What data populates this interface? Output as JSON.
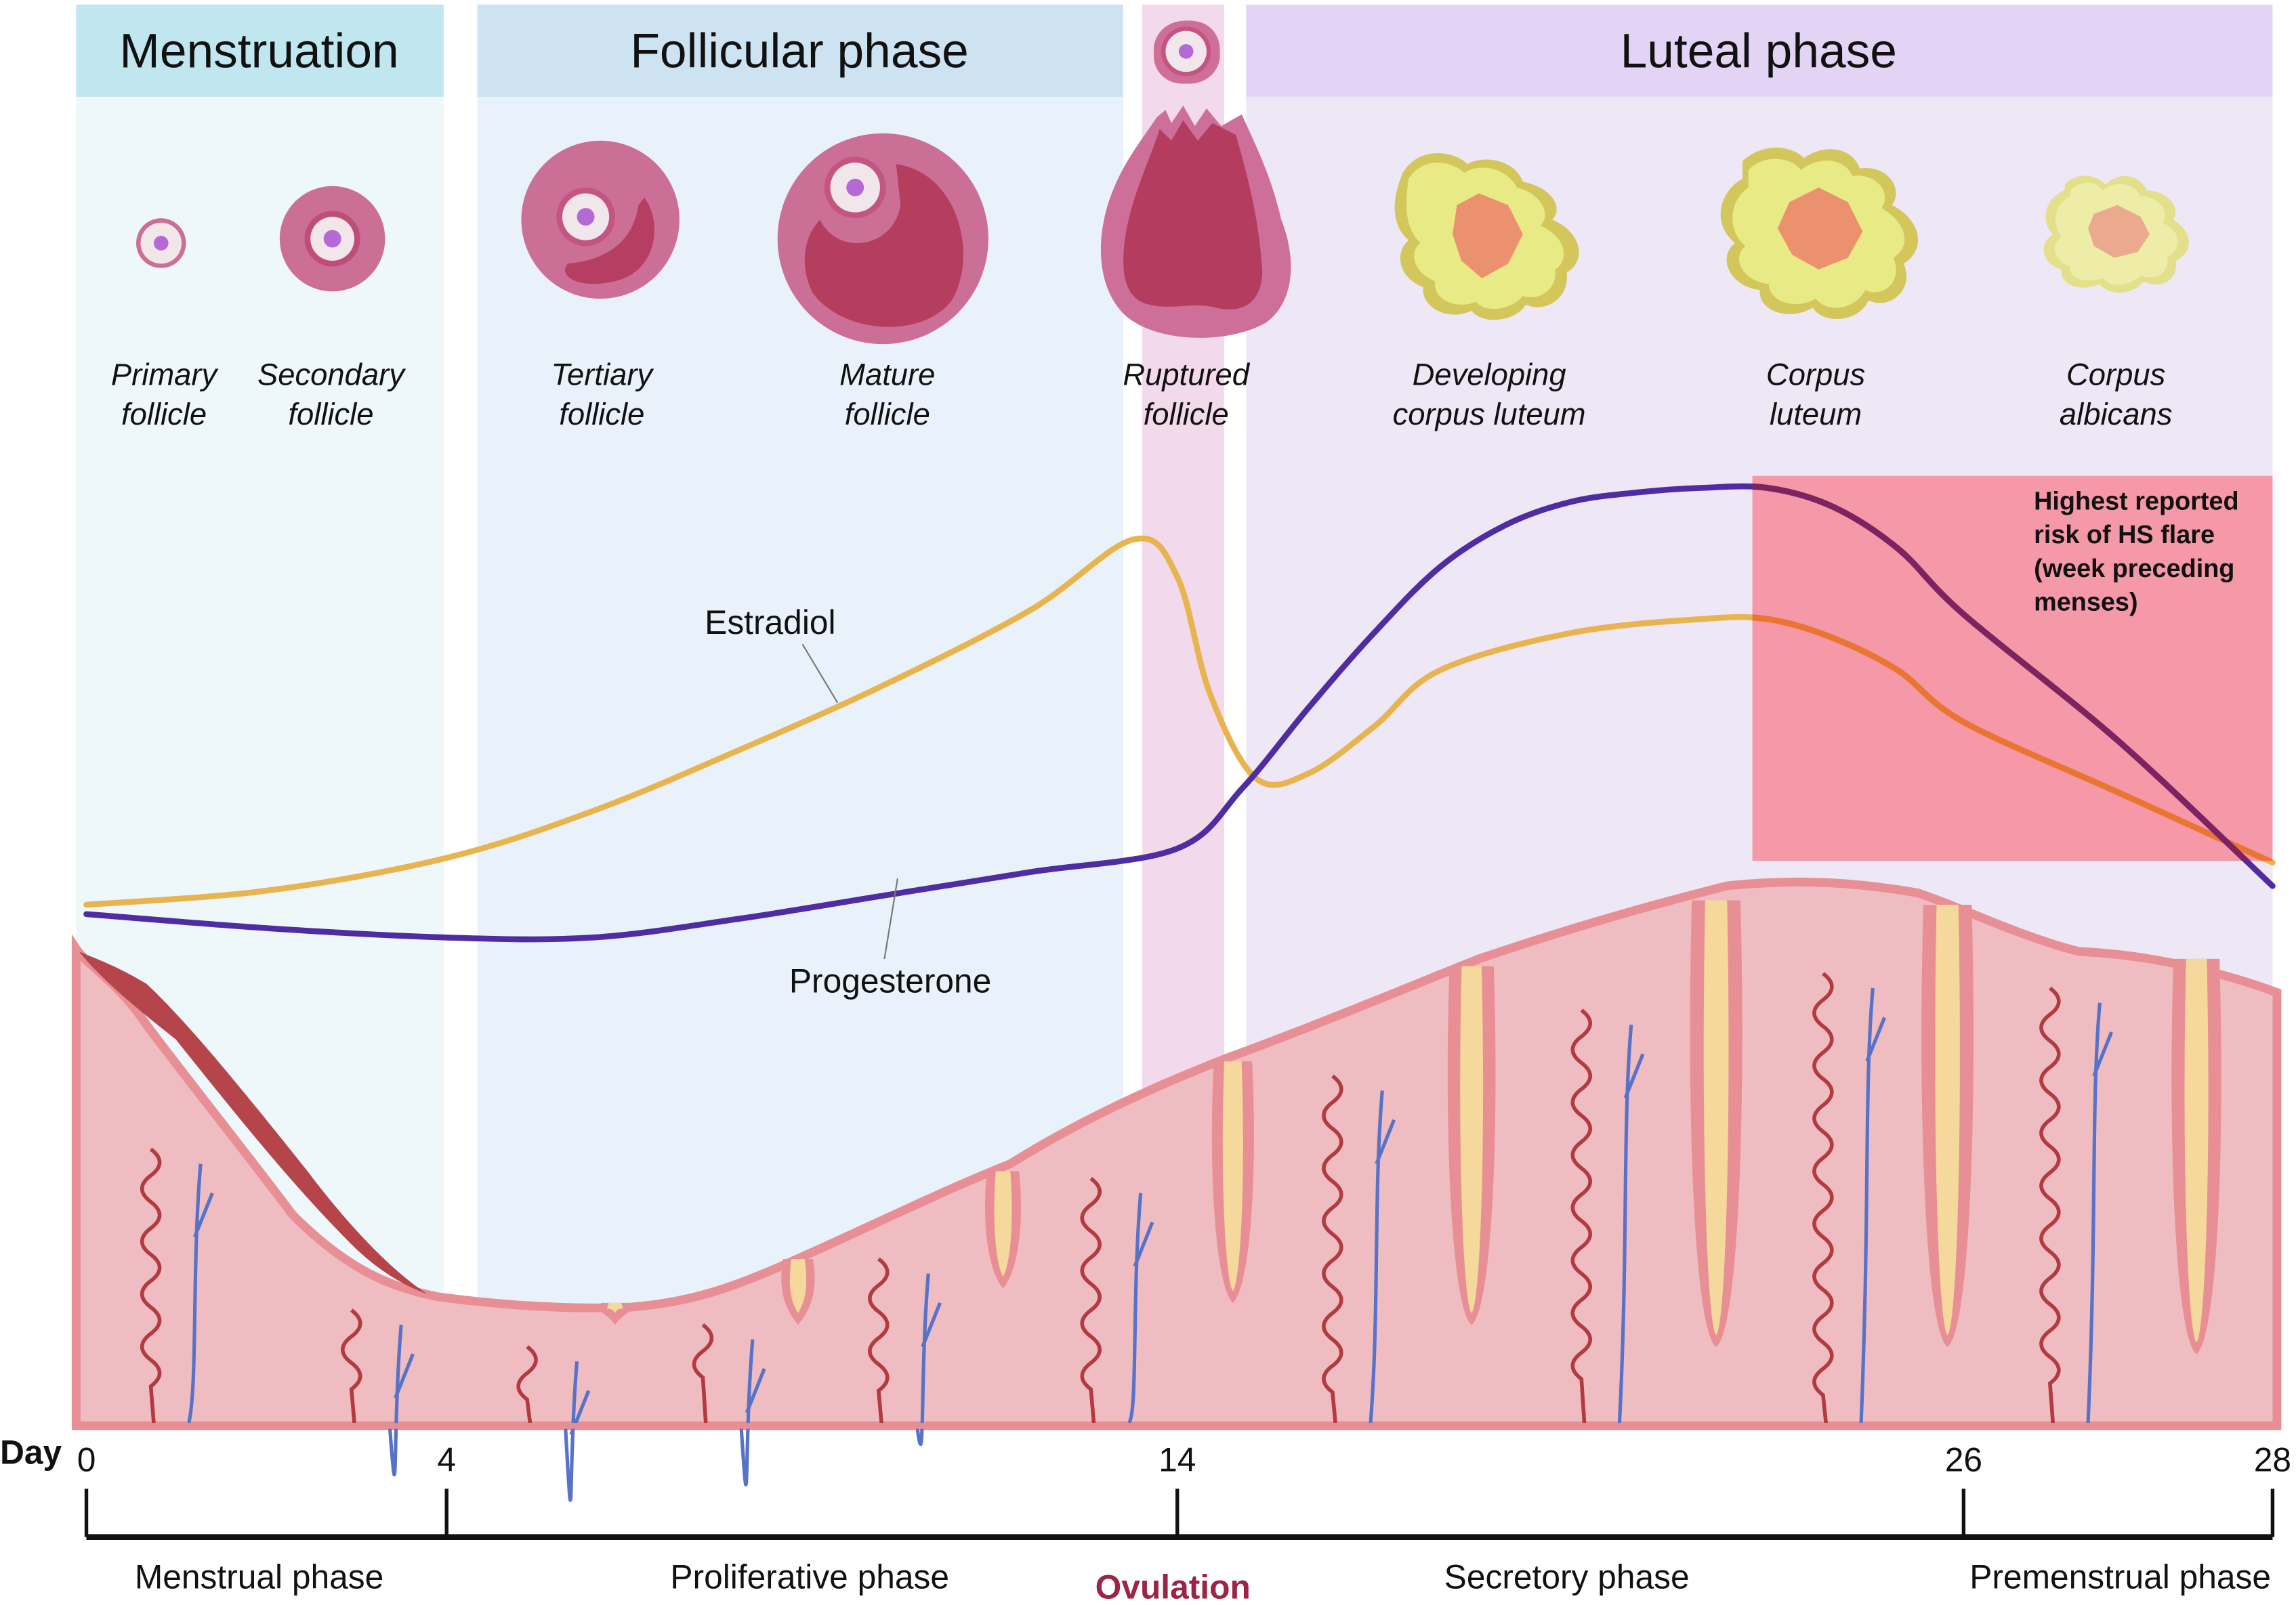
{
  "colors": {
    "menstruation_header": "#c0e6ef",
    "menstruation_body": "#eef7fa",
    "follicular_header": "#cde3f1",
    "follicular_body": "#e9f2fa",
    "ovulation_band": "#f3d9ec",
    "luteal_header": "#e3d4f5",
    "luteal_body": "#ede7f6",
    "estradiol": "#e8b44f",
    "progesterone": "#4f2ca2",
    "flare_box": "#f598a8",
    "estradiol_in_flare": "#ea7432",
    "progesterone_in_flare": "#7e2362",
    "ovulation_text": "#9b2447",
    "tissue": "#efbdc1",
    "tissue_edge": "#e88f95",
    "gland": "#f4d89c",
    "artery": "#b23a40",
    "vein": "#5673c8"
  },
  "headers": {
    "menstruation": "Menstruation",
    "follicular": "Follicular phase",
    "luteal": "Luteal phase"
  },
  "follicle_stages": [
    {
      "line1": "Primary",
      "line2": "follicle"
    },
    {
      "line1": "Secondary",
      "line2": "follicle"
    },
    {
      "line1": "Tertiary",
      "line2": "follicle"
    },
    {
      "line1": "Mature",
      "line2": "follicle"
    },
    {
      "line1": "Ruptured",
      "line2": "follicle"
    },
    {
      "line1": "Developing",
      "line2": "corpus luteum"
    },
    {
      "line1": "Corpus",
      "line2": "luteum"
    },
    {
      "line1": "Corpus",
      "line2": "albicans"
    }
  ],
  "flare_note": {
    "lines": [
      "Highest reported",
      "risk of HS flare",
      "(week preceding",
      "menses)"
    ],
    "start_day": 23,
    "end_day": 28
  },
  "axis": {
    "label": "Day",
    "ticks": [
      "0",
      "4",
      "14",
      "26",
      "28"
    ],
    "phases": [
      {
        "label": "Menstrual phase"
      },
      {
        "label": "Proliferative phase"
      },
      {
        "label": "Ovulation"
      },
      {
        "label": "Secretory phase"
      },
      {
        "label": "Premenstrual phase"
      }
    ]
  },
  "chart_data": {
    "type": "line",
    "title": "",
    "xlabel": "Day",
    "ylabel": "",
    "xlim": [
      0,
      28
    ],
    "ylim": [
      0,
      100
    ],
    "x_ticks": [
      0,
      4,
      14,
      26,
      28
    ],
    "grid": false,
    "series": [
      {
        "name": "Estradiol",
        "x": [
          0,
          2,
          4,
          6,
          8,
          10,
          12,
          13.4,
          14,
          14.5,
          15.2,
          16,
          17,
          18,
          20,
          22,
          23,
          24,
          25,
          26,
          27,
          28
        ],
        "values": [
          10,
          13,
          20,
          30,
          43,
          57,
          73,
          88,
          80,
          55,
          37,
          38,
          48,
          60,
          68,
          71,
          71,
          67,
          60,
          49,
          34,
          19
        ]
      },
      {
        "name": "Progesterone",
        "x": [
          0,
          2,
          4,
          6,
          8,
          10,
          12,
          14,
          15,
          16,
          17,
          18,
          19,
          20,
          21,
          22,
          23,
          24,
          25,
          26,
          27,
          28
        ],
        "values": [
          8,
          5,
          3,
          3,
          7,
          12,
          17,
          22,
          35,
          52,
          68,
          82,
          91,
          96,
          98,
          99,
          99,
          95,
          86,
          72,
          45,
          14
        ]
      }
    ],
    "annotations": [
      {
        "text": "Highest reported risk of HS flare (week preceding menses)",
        "x_range": [
          23,
          28
        ]
      },
      {
        "text": "Ovulation",
        "x": 14
      }
    ]
  }
}
